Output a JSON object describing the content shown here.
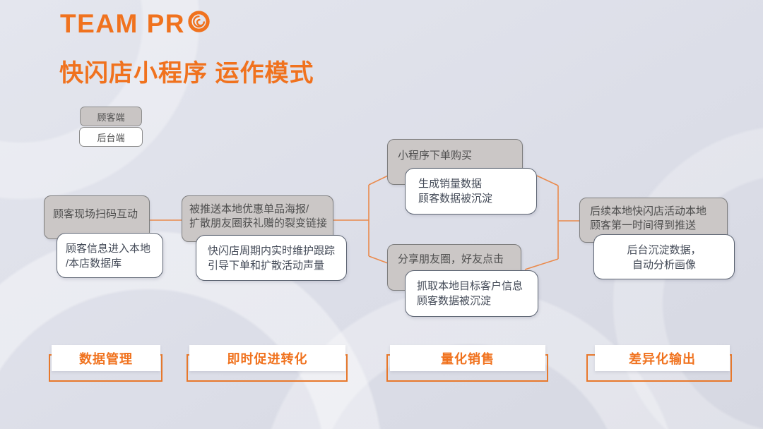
{
  "colors": {
    "accent_orange": "#F0721E",
    "connector_orange": "#EA8A4C",
    "gray_box_fill": "#CBC7C6",
    "gray_box_border": "#7E7E7E",
    "white_box_border": "#5C6472",
    "background": "#DCDEE8"
  },
  "header": {
    "logo_text": "TEAM PR",
    "logo_icon": "spiral-o-icon",
    "title": "快闪店小程序 运作模式"
  },
  "legend": {
    "customer_label": "顾客端",
    "backend_label": "后台端"
  },
  "flow": {
    "nodes": [
      {
        "front": "顾客现场扫码互动",
        "back": "顾客信息进入本地\n/本店数据库"
      },
      {
        "front": "被推送本地优惠单品海报/\n扩散朋友圈获礼赠的裂变链接",
        "back": "快闪店周期内实时维护跟踪\n引导下单和扩散活动声量"
      },
      {
        "front": "小程序下单购买",
        "back": "生成销量数据\n顾客数据被沉淀"
      },
      {
        "front": "分享朋友圈，好友点击",
        "back": "抓取本地目标客户信息\n顾客数据被沉淀"
      },
      {
        "front": "后续本地快闪店活动本地\n顾客第一时间得到推送",
        "back": "后台沉淀数据，\n自动分析画像"
      }
    ]
  },
  "footer": {
    "labels": [
      "数据管理",
      "即时促进转化",
      "量化销售",
      "差异化输出"
    ]
  }
}
